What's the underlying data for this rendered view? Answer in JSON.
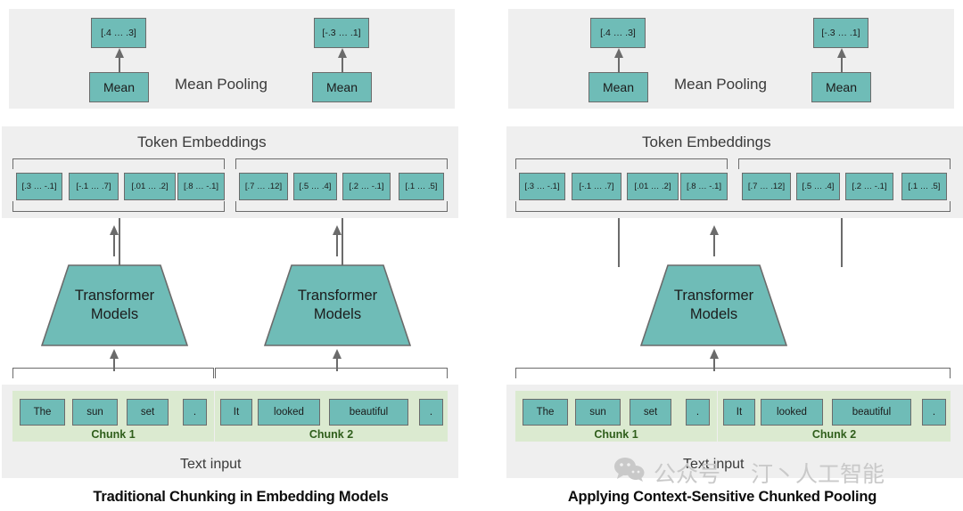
{
  "figures": [
    {
      "title": "Traditional Chunking in Embedding Models",
      "pooling_caption": "Mean Pooling",
      "token_caption": "Token Embeddings",
      "text_caption": "Text input",
      "mean_label_1": "Mean",
      "mean_label_2": "Mean",
      "output_vector_1": "[.4 … .3]",
      "output_vector_2": "[-.3 … .1]",
      "transformer_label_line1": "Transformer",
      "transformer_label_line2": "Models",
      "transformer_count": 2,
      "token_embeddings_chunk1": [
        "[.3 … -.1]",
        "[-.1 … .7]",
        "[.01 … .2]",
        "[.8 … -.1]"
      ],
      "token_embeddings_chunk2": [
        "[.7 … .12]",
        "[.5 … .4]",
        "[.2 … -.1]",
        "[.1 … .5]"
      ],
      "chunk1_label": "Chunk 1",
      "chunk2_label": "Chunk 2",
      "chunk1_words": [
        "The",
        "sun",
        "set",
        "."
      ],
      "chunk2_words": [
        "It",
        "looked",
        "beautiful",
        "."
      ]
    },
    {
      "title": "Applying Context-Sensitive Chunked Pooling",
      "pooling_caption": "Mean Pooling",
      "token_caption": "Token Embeddings",
      "text_caption": "Text input",
      "mean_label_1": "Mean",
      "mean_label_2": "Mean",
      "output_vector_1": "[.4 … .3]",
      "output_vector_2": "[-.3 … .1]",
      "transformer_label_line1": "Transformer",
      "transformer_label_line2": "Models",
      "transformer_count": 1,
      "token_embeddings_chunk1": [
        "[.3 … -.1]",
        "[-.1 … .7]",
        "[.01 … .2]",
        "[.8 … -.1]"
      ],
      "token_embeddings_chunk2": [
        "[.7 … .12]",
        "[.5 … .4]",
        "[.2 … -.1]",
        "[.1 … .5]"
      ],
      "chunk1_label": "Chunk 1",
      "chunk2_label": "Chunk 2",
      "chunk1_words": [
        "The",
        "sun",
        "set",
        "."
      ],
      "chunk2_words": [
        "It",
        "looked",
        "beautiful",
        "."
      ]
    }
  ],
  "watermark": {
    "text_1": "公众号",
    "text_2": "汀丶人工智能",
    "icon": "wechat-icon"
  },
  "colors": {
    "teal_fill": "#6fbcb7",
    "box_border": "#6b6b6b",
    "band_grey": "#efefef",
    "chunk_green": "#dbead0",
    "chunk_label_green": "#2f5e1b",
    "page_background": "#ffffff",
    "watermark_grey": "#c9c9c9"
  }
}
